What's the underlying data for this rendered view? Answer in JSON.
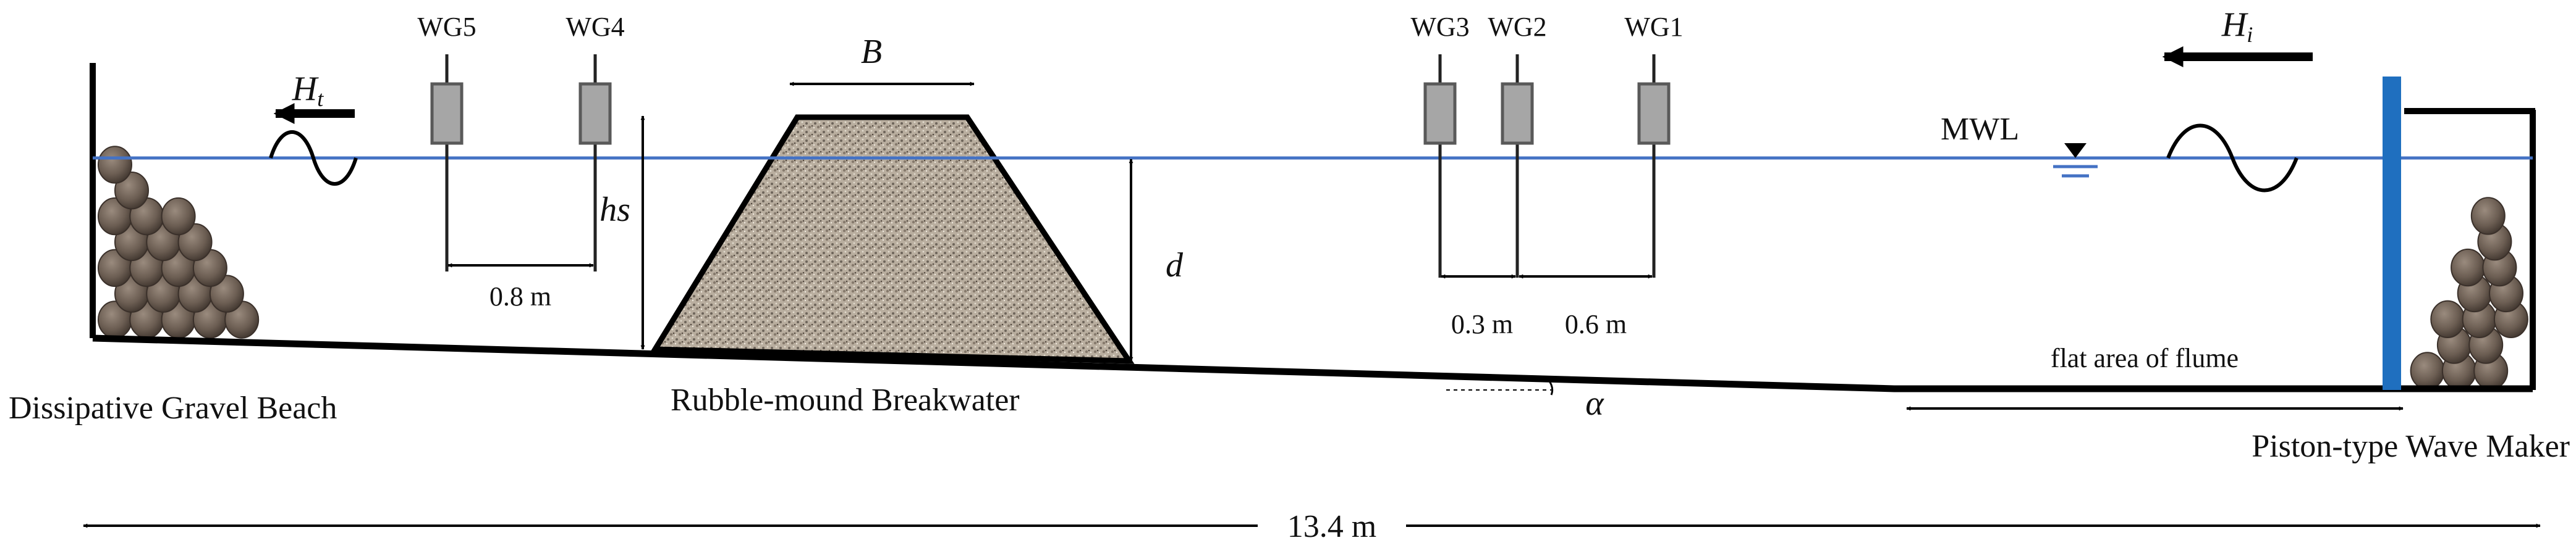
{
  "gauges": [
    "WG5",
    "WG4",
    "WG3",
    "WG2",
    "WG1"
  ],
  "symbols": {
    "transmitted_main": "H",
    "transmitted_sub": "t",
    "incident_main": "H",
    "incident_sub": "i",
    "crest_width": "B",
    "structure_height": "hs",
    "water_depth": "d",
    "slope_angle": "α",
    "mean_water_level": "MWL"
  },
  "dimensions": {
    "wg5_wg4": "0.8 m",
    "wg3_wg2": "0.3 m",
    "wg2_wg1": "0.6 m",
    "total_length": "13.4 m"
  },
  "labels": {
    "beach": "Dissipative Gravel Beach",
    "breakwater": "Rubble-mound Breakwater",
    "flat_area": "flat area of flume",
    "wave_maker": "Piston-type Wave Maker"
  },
  "colors": {
    "water_line": "#4472c4",
    "paddle": "#1f6fbf",
    "gauge_fill": "#a6a6a6",
    "gauge_stroke": "#595959",
    "structure": "#000000",
    "rubble": "#b3a89a",
    "gravel": "#6f6257"
  },
  "icons": [
    "water-level-triangle-icon",
    "left-arrow-icon"
  ]
}
